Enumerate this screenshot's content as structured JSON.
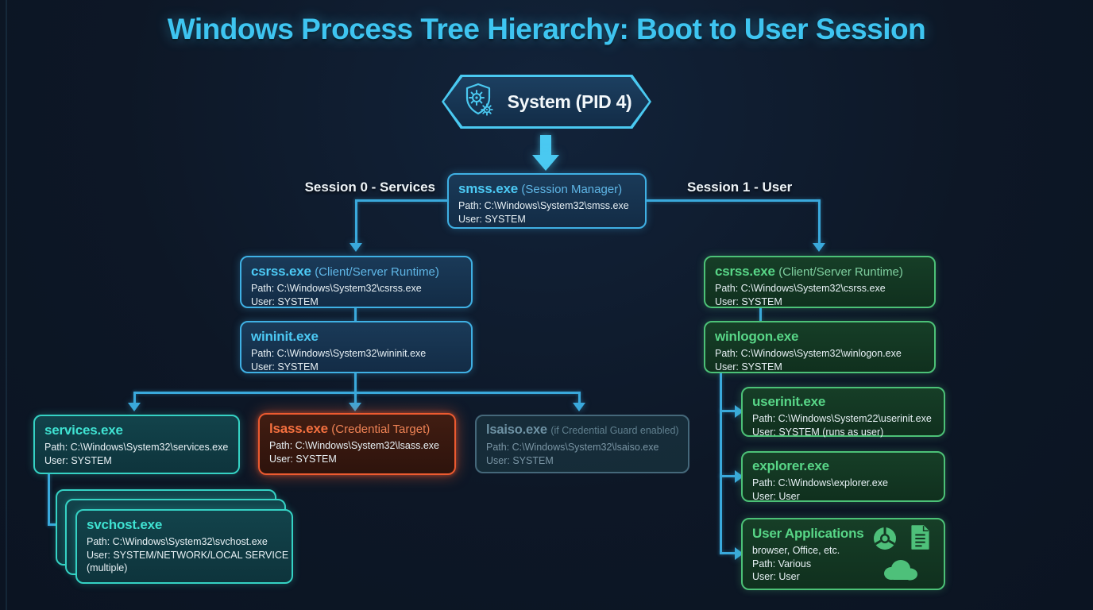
{
  "title": "Windows Process Tree Hierarchy: Boot to User Session",
  "root_node": {
    "label": "System (PID 4)",
    "icon": "shield-gear-icon"
  },
  "session_labels": {
    "services": "Session 0 - Services",
    "user": "Session 1 - User"
  },
  "nodes": {
    "smss": {
      "name": "smss.exe",
      "subtitle": "(Session Manager)",
      "path": "Path: C:\\Windows\\System32\\smss.exe",
      "user": "User: SYSTEM"
    },
    "csrss0": {
      "name": "csrss.exe",
      "subtitle": "(Client/Server Runtime)",
      "path": "Path: C:\\Windows\\System32\\csrss.exe",
      "user": "User: SYSTEM"
    },
    "wininit": {
      "name": "wininit.exe",
      "path": "Path: C:\\Windows\\System32\\wininit.exe",
      "user": "User: SYSTEM"
    },
    "services": {
      "name": "services.exe",
      "path": "Path: C:\\Windows\\System32\\services.exe",
      "user": "User: SYSTEM"
    },
    "lsass": {
      "name": "lsass.exe",
      "subtitle": "(Credential Target)",
      "path": "Path: C:\\Windows\\System32\\lsass.exe",
      "user": "User: SYSTEM"
    },
    "lsaiso": {
      "name": "lsaiso.exe",
      "subtitle": "(if Credential Guard enabled)",
      "path": "Path: C:\\Windows\\System32\\lsaiso.exe",
      "user": "User: SYSTEM"
    },
    "svchost": {
      "name": "svchost.exe",
      "path": "Path: C:\\Windows\\System32\\svchost.exe",
      "user": "User: SYSTEM/NETWORK/LOCAL SERVICE",
      "extra": "(multiple)"
    },
    "csrss1": {
      "name": "csrss.exe",
      "subtitle": "(Client/Server Runtime)",
      "path": "Path: C:\\Windows\\System32\\csrss.exe",
      "user": "User: SYSTEM"
    },
    "winlogon": {
      "name": "winlogon.exe",
      "path": "Path: C:\\Windows\\System32\\winlogon.exe",
      "user": "User: SYSTEM"
    },
    "userinit": {
      "name": "userinit.exe",
      "path": "Path: C:\\Windows\\System22\\userinit.exe",
      "user": "User: SYSTEM (runs as user)"
    },
    "explorer": {
      "name": "explorer.exe",
      "path": "Path: C:\\Windows\\explorer.exe",
      "user": "User: User"
    },
    "userapps": {
      "name": "User Applications",
      "desc": "browser, Office, etc.",
      "path": "Path: Various",
      "user": "User: User"
    }
  },
  "icons": {
    "root": "shield-gear-icon",
    "user_apps": [
      "browser-icon",
      "document-icon",
      "cloud-icon"
    ]
  },
  "colors": {
    "background": "#0d1726",
    "cyan_accent": "#41c6f2",
    "teal_accent": "#35d2c4",
    "red_accent": "#ec5a30",
    "green_accent": "#4cc177",
    "muted_accent": "#45687a",
    "text_light": "#e8f1f5"
  }
}
